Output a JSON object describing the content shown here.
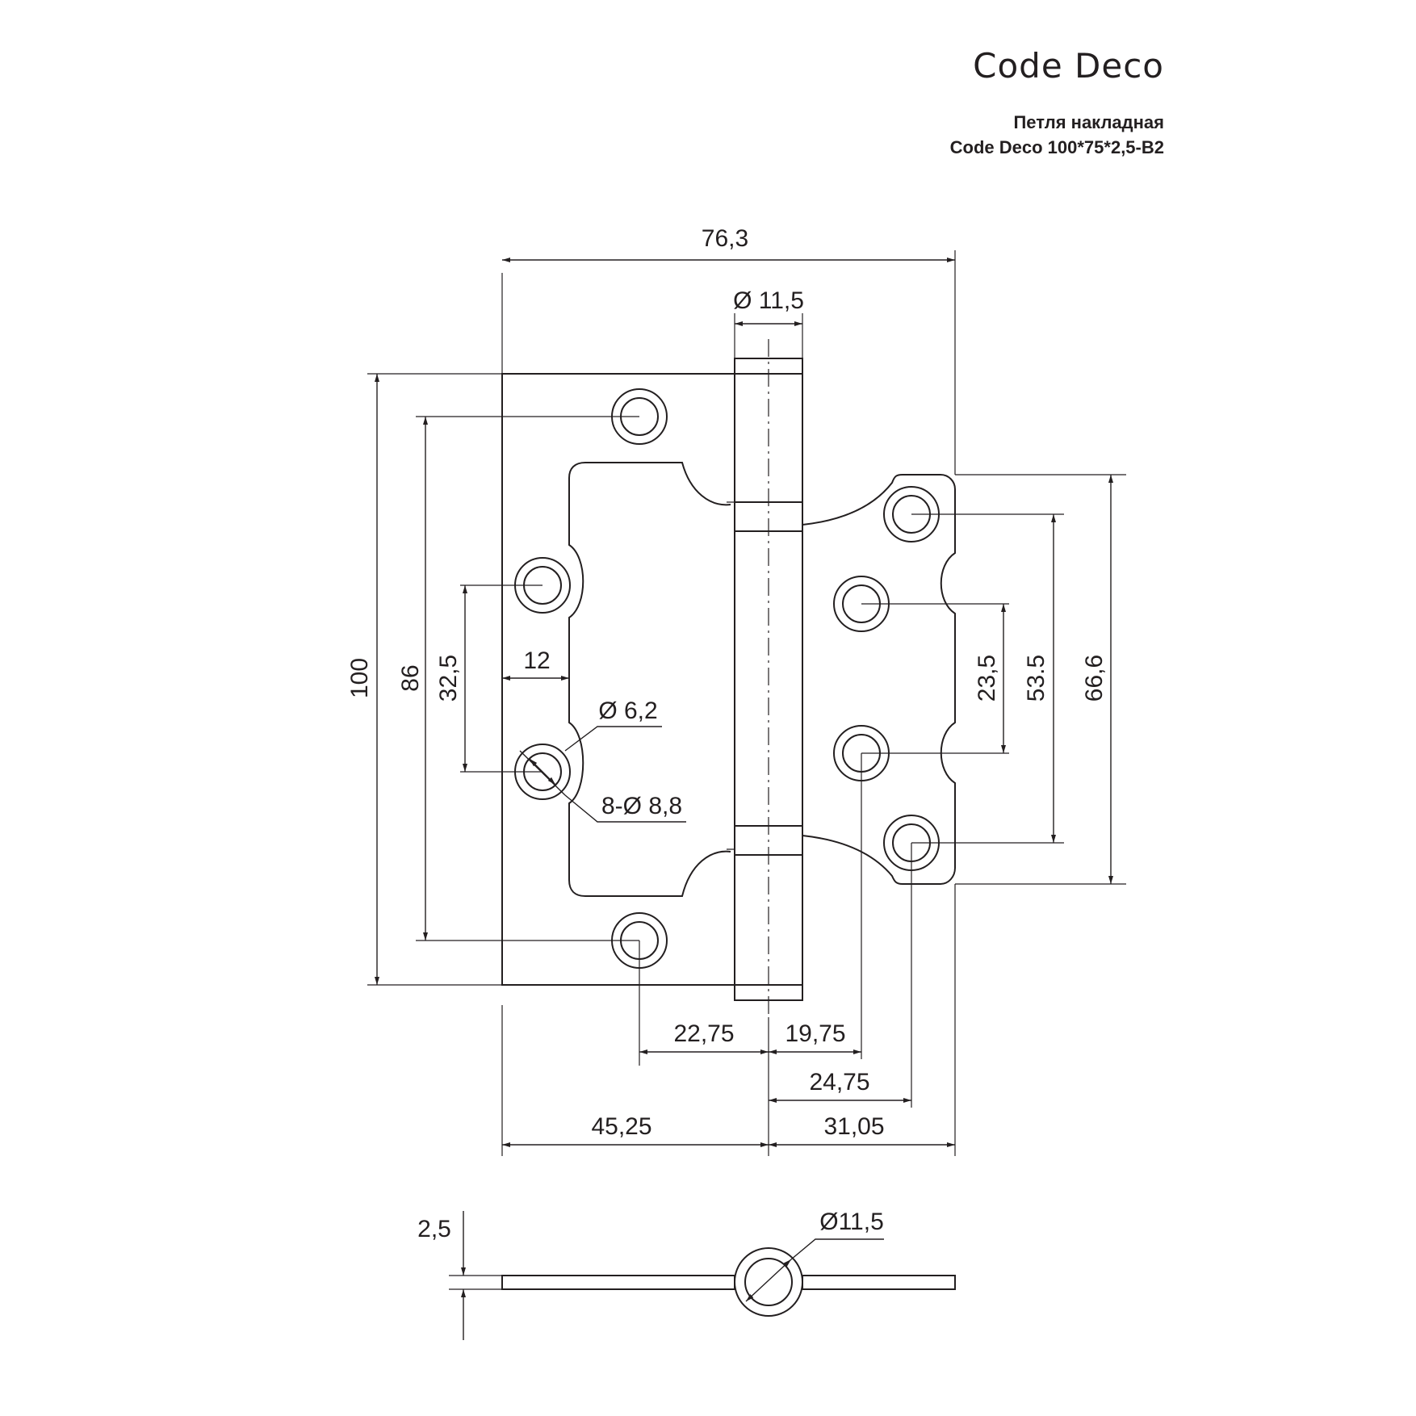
{
  "header": {
    "brand": "Code Deco",
    "product_line1": "Петля накладная",
    "product_line2": "Code Deco 100*75*2,5-B2"
  },
  "dimensions": {
    "overall_width": "76,3",
    "knuckle_diameter": "Ø 11,5",
    "height_total": "100",
    "height_holes_outer": "86",
    "height_holes_inner": "32,5",
    "edge_offset": "12",
    "hole_inner_diameter": "Ø 6,2",
    "hole_countersink": "8-Ø 8,8",
    "right_inner_spacing": "23,5",
    "right_outer_spacing": "53.5",
    "right_leaf_height": "66,6",
    "bottom_left_hole_offset": "22,75",
    "bottom_right_hole_offset_1": "19,75",
    "bottom_right_hole_offset_2": "24,75",
    "bottom_left_leaf": "45,25",
    "bottom_right_leaf": "31,05",
    "thickness": "2,5",
    "section_diameter": "Ø11,5"
  }
}
